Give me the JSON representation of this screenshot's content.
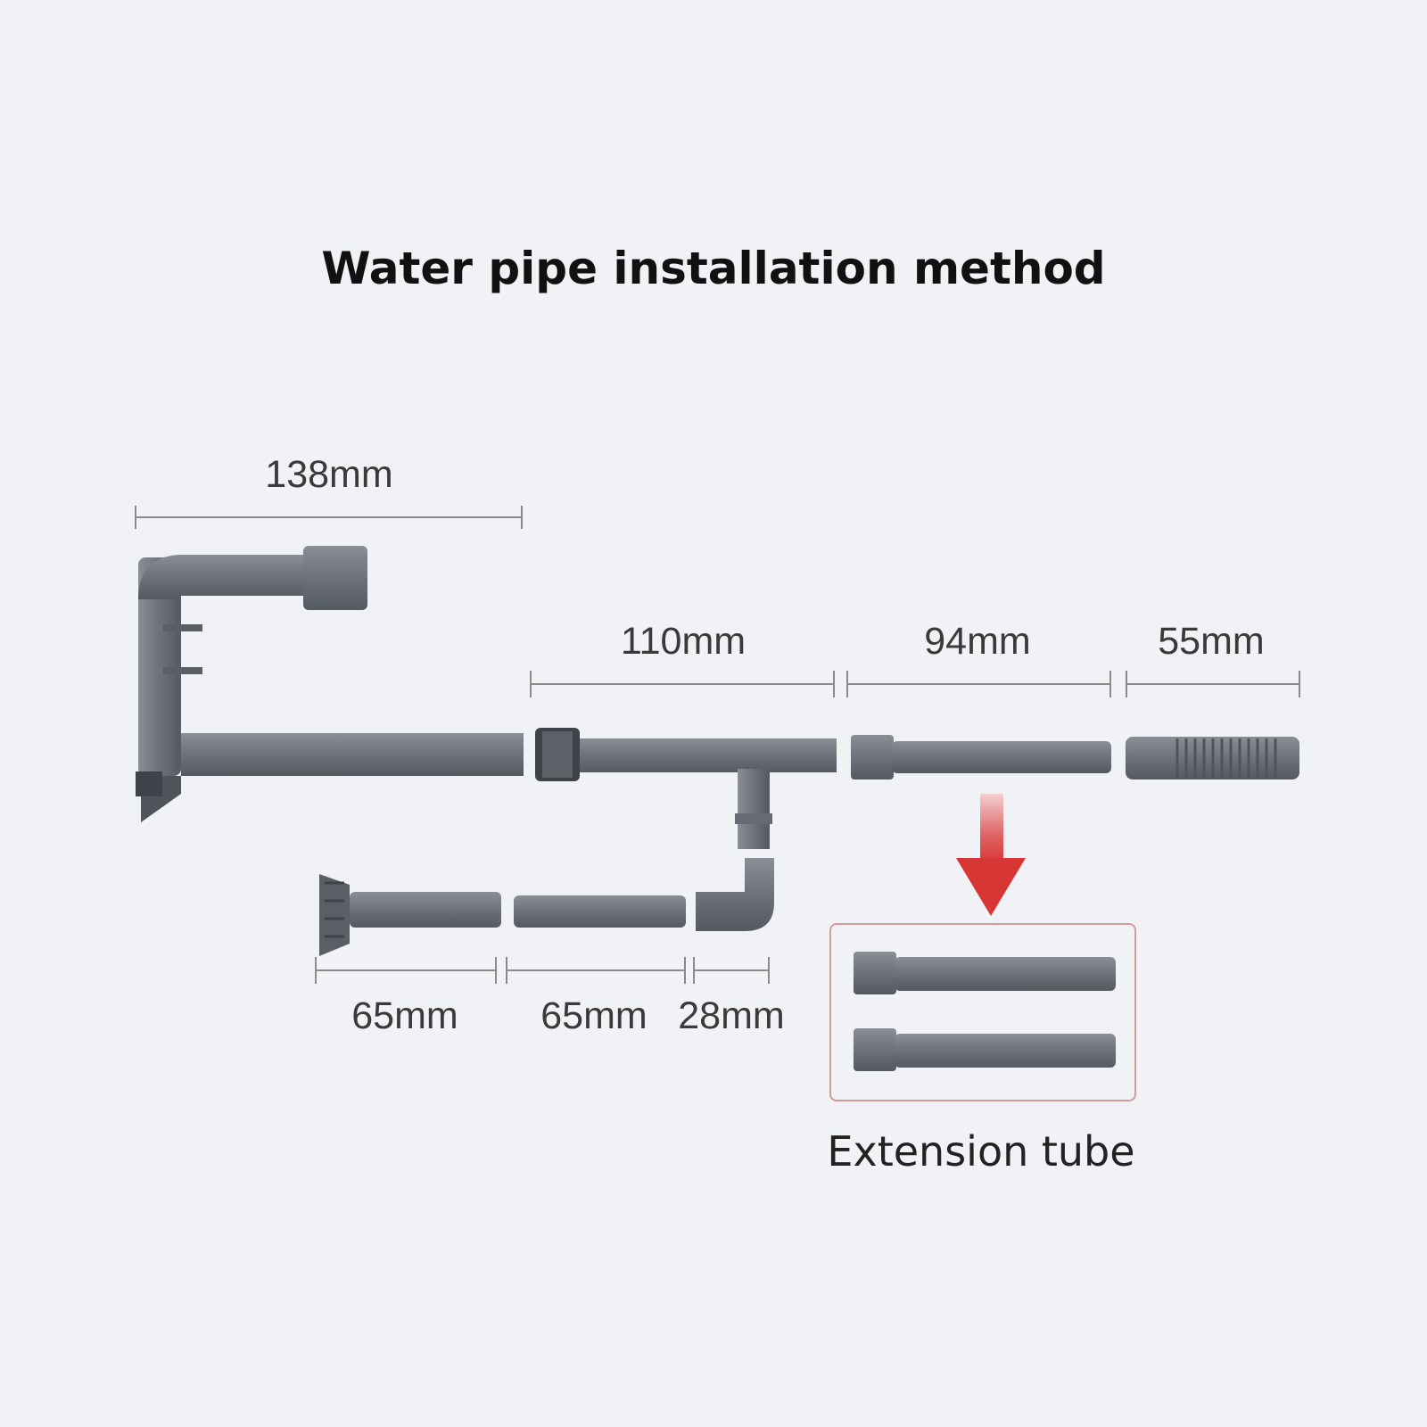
{
  "title": "Water pipe installation method",
  "dimensions": {
    "top_left": "138mm",
    "middle_a": "110mm",
    "middle_b": "94mm",
    "middle_c": "55mm",
    "bottom_a": "65mm",
    "bottom_b": "65mm",
    "bottom_c": "28mm"
  },
  "extension_label": "Extension tube",
  "colors": {
    "pipe": "#6f747d",
    "pipe_dark": "#4f535a",
    "dim_line": "#8a8a8a",
    "arrow": "#d83535",
    "box_border": "#d59a98",
    "background": "#f1f2f6"
  }
}
